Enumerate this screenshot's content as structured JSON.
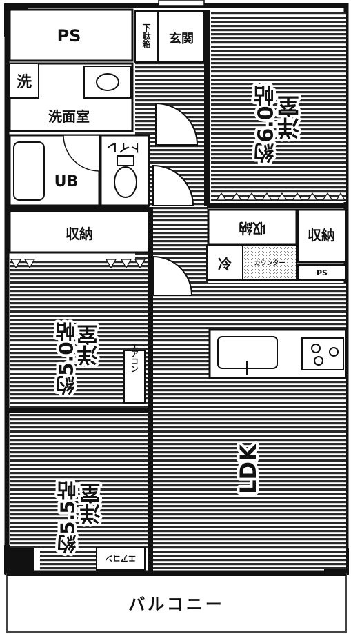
{
  "plan": {
    "rooms": {
      "ps_top": "PS",
      "wash": "洗",
      "washroom": "洗面室",
      "ub": "UB",
      "toilet": "トイレ",
      "shoe_box": "下駄箱",
      "entrance": "玄関",
      "western_top": "洋室",
      "western_top_size": "約6.0帖",
      "storage_left": "収納",
      "storage_right": "収納",
      "storage_mid": "収納",
      "fridge": "冷",
      "counter": "カウンター",
      "ps_small": "PS",
      "western_mid": "洋室",
      "western_mid_size": "約5.0帖",
      "aircon_mid": "エアコン",
      "western_bottom": "洋室",
      "western_bottom_size": "約5.5帖",
      "aircon_bottom": "エアコン",
      "ldk": "LDK",
      "balcony": "バルコニー"
    },
    "colors": {
      "wall": "#111111",
      "floor_line": "#222222",
      "background": "#ffffff"
    }
  }
}
